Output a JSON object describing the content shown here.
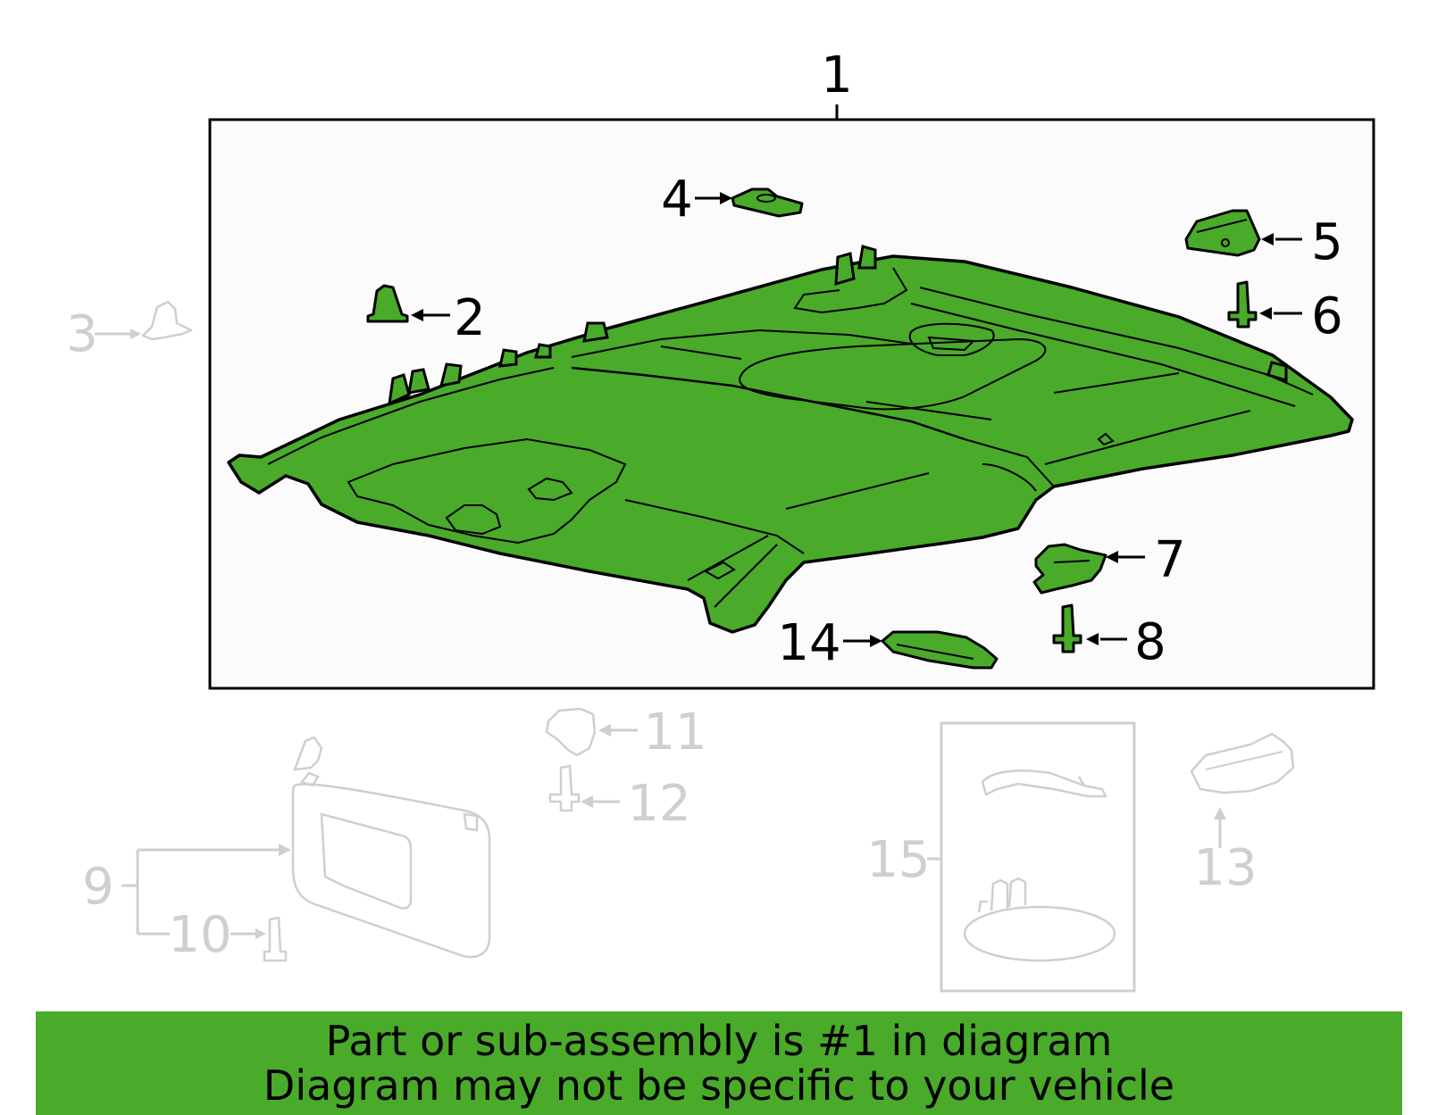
{
  "callouts": {
    "c1": "1",
    "c2": "2",
    "c3": "3",
    "c4": "4",
    "c5": "5",
    "c6": "6",
    "c7": "7",
    "c8": "8",
    "c9": "9",
    "c10": "10",
    "c11": "11",
    "c12": "12",
    "c13": "13",
    "c14": "14",
    "c15": "15"
  },
  "banner": {
    "line1": "Part or sub-assembly is #1 in diagram",
    "line2": "Diagram may not be specific to your vehicle"
  },
  "colors": {
    "highlight_green": "#4aaa2a",
    "dimmed_gray": "#cfcfcf",
    "outline": "#000000"
  }
}
